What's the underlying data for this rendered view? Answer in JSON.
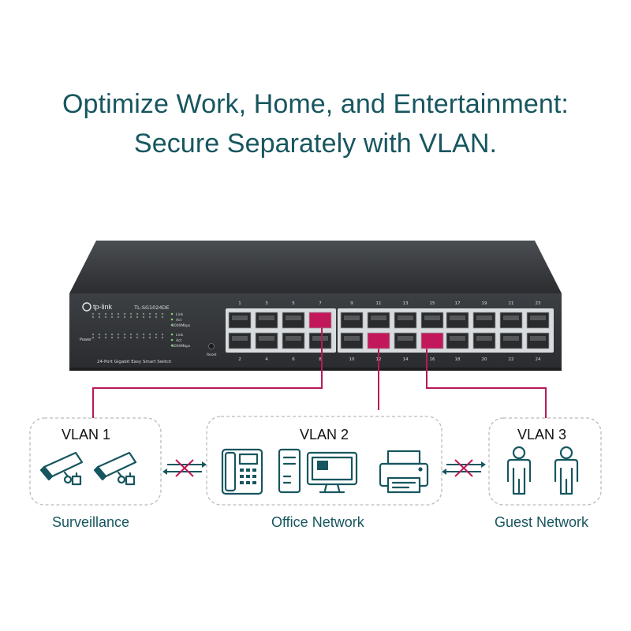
{
  "headline": {
    "line1": "Optimize Work, Home, and Entertainment:",
    "line2": "Secure Separately with VLAN."
  },
  "switch": {
    "brand": "tp-link",
    "model": "TL-SG1024DE",
    "description": "24-Port Gigabit Easy Smart Switch",
    "power_label": "Power",
    "reset_label": "Reset",
    "led_legend": [
      "Link",
      "Act",
      "1000Mbps"
    ],
    "port_numbers_top": [
      "1",
      "3",
      "5",
      "7",
      "9",
      "11",
      "13",
      "15",
      "17",
      "19",
      "21",
      "23"
    ],
    "port_numbers_bottom": [
      "2",
      "4",
      "6",
      "8",
      "10",
      "12",
      "14",
      "16",
      "18",
      "20",
      "22",
      "24"
    ],
    "highlighted_ports": [
      "7",
      "12",
      "16"
    ]
  },
  "vlans": [
    {
      "title": "VLAN 1",
      "label": "Surveillance",
      "icons": [
        "security-camera-icon",
        "security-camera-icon"
      ]
    },
    {
      "title": "VLAN 2",
      "label": "Office Network",
      "icons": [
        "ip-phone-icon",
        "desktop-computer-icon",
        "printer-icon"
      ]
    },
    {
      "title": "VLAN 3",
      "label": "Guest Network",
      "icons": [
        "person-icon",
        "person-icon"
      ]
    }
  ],
  "colors": {
    "heading": "#17565f",
    "highlight": "#c2185b",
    "switch_body": "#3a3d40",
    "box_border": "#b8bcbf"
  }
}
